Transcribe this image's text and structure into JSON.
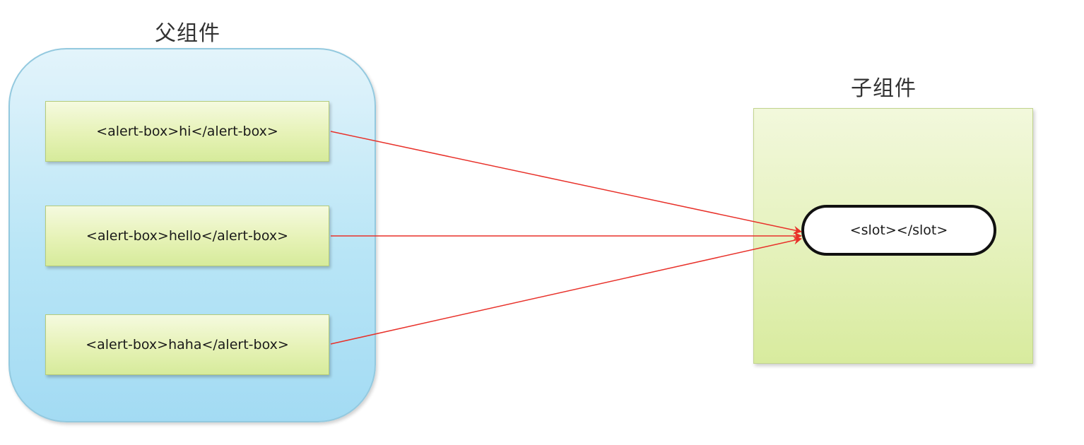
{
  "parent": {
    "title": "父组件",
    "entries": [
      "<alert-box>hi</alert-box>",
      "<alert-box>hello</alert-box>",
      "<alert-box>haha</alert-box>"
    ]
  },
  "child": {
    "title": "子组件",
    "slot": "<slot></slot>"
  },
  "colors": {
    "arrow": "#e8312a",
    "parent_fill": "#b8e5f6",
    "entry_fill": "#e6f2b6",
    "child_fill": "#e6f2bf"
  }
}
